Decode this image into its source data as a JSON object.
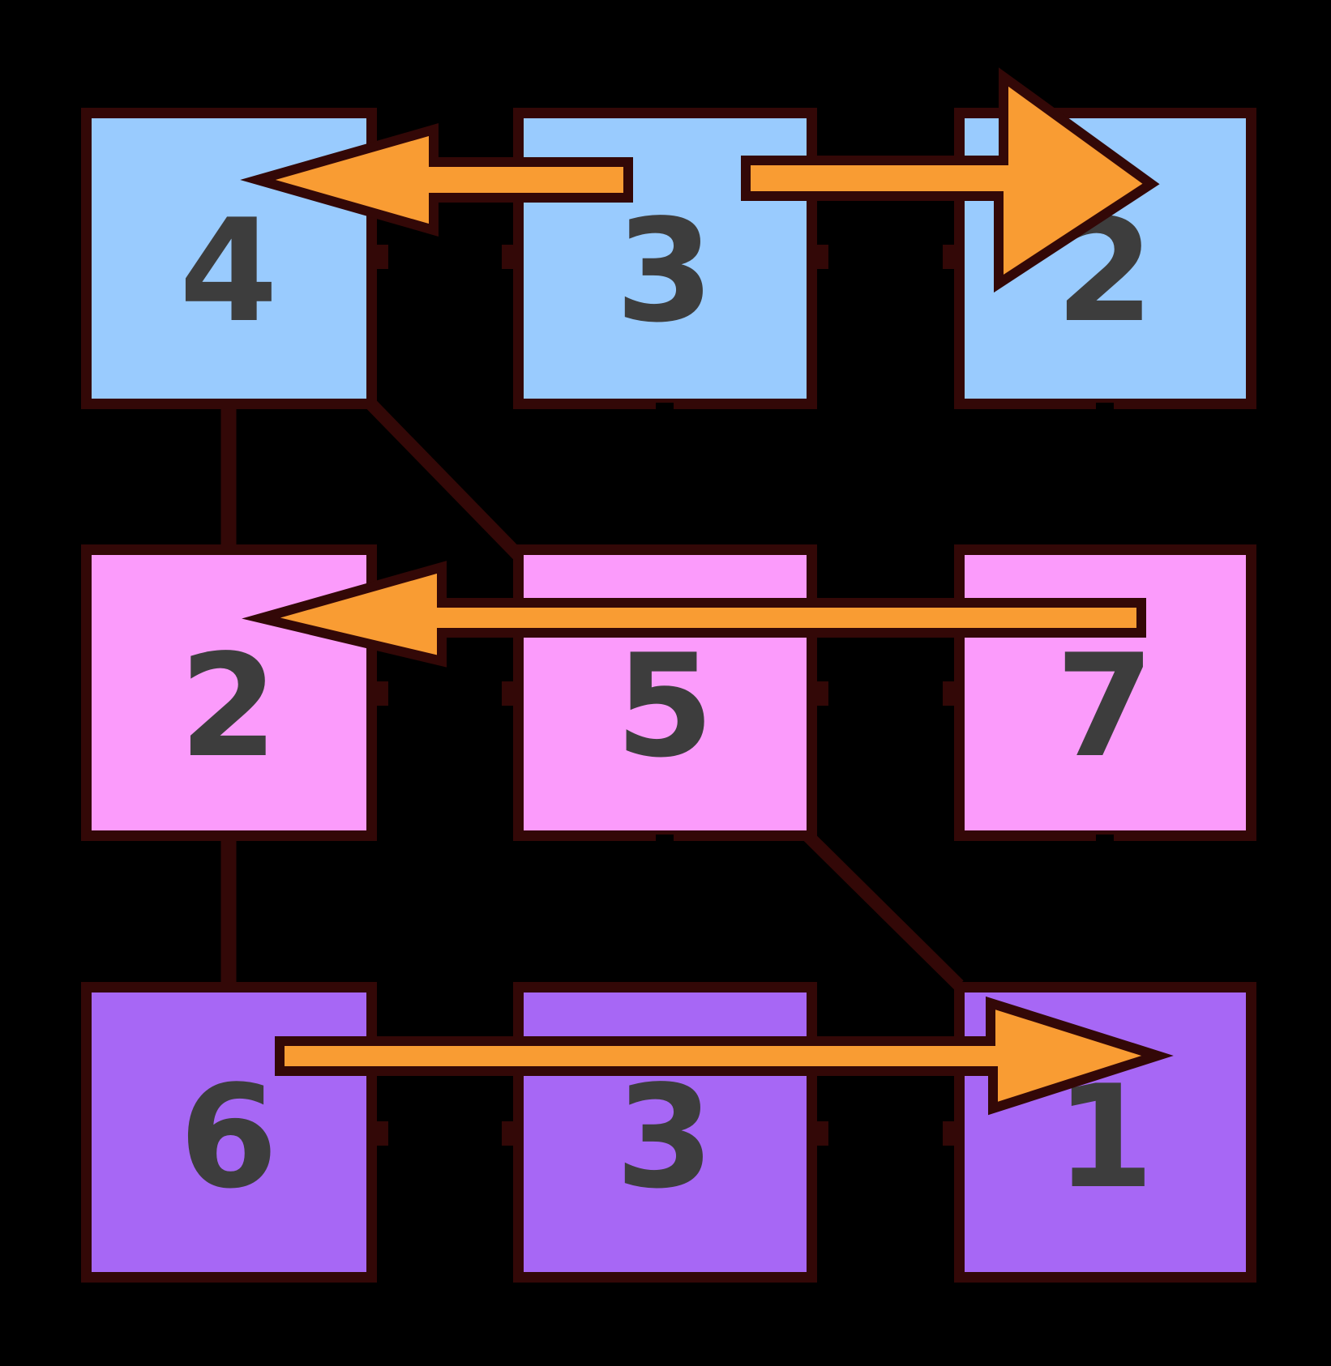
{
  "colors": {
    "background": "#000000",
    "line": "#330807",
    "row1_fill": "#99cbfe",
    "row2_fill": "#fb9bfb",
    "row3_fill": "#a767f5",
    "arrow_fill": "#f99c33",
    "digit": "#3d3d3d"
  },
  "grid": {
    "rows": [
      {
        "name": "row-1",
        "fill": "#99cbfe",
        "cells": [
          {
            "value": "4"
          },
          {
            "value": "3"
          },
          {
            "value": "2"
          }
        ]
      },
      {
        "name": "row-2",
        "fill": "#fb9bfb",
        "cells": [
          {
            "value": "2"
          },
          {
            "value": "5"
          },
          {
            "value": "7"
          }
        ]
      },
      {
        "name": "row-3",
        "fill": "#a767f5",
        "cells": [
          {
            "value": "6"
          },
          {
            "value": "3"
          },
          {
            "value": "1"
          }
        ]
      }
    ]
  },
  "arrows": [
    {
      "id": "arrow-row1-left",
      "direction": "left",
      "row": 1,
      "from_value": "3",
      "to_value": "4"
    },
    {
      "id": "arrow-row1-right",
      "direction": "right",
      "row": 1,
      "from_value": "3",
      "to_value": "2"
    },
    {
      "id": "arrow-row2-left",
      "direction": "left",
      "row": 2,
      "from_value": "7",
      "to_value": "2"
    },
    {
      "id": "arrow-row3-right",
      "direction": "right",
      "row": 3,
      "from_value": "6",
      "to_value": "1"
    }
  ],
  "connectors": [
    {
      "id": "connector-4-down-2",
      "type": "vertical",
      "from_value": "4",
      "to_value": "2"
    },
    {
      "id": "connector-4-diagonal-5",
      "type": "diagonal",
      "from_value": "4",
      "to_value": "5"
    },
    {
      "id": "connector-2-down-6",
      "type": "vertical",
      "from_value": "2",
      "to_value": "6"
    },
    {
      "id": "connector-5-diagonal-1",
      "type": "diagonal",
      "from_value": "5",
      "to_value": "1"
    }
  ]
}
